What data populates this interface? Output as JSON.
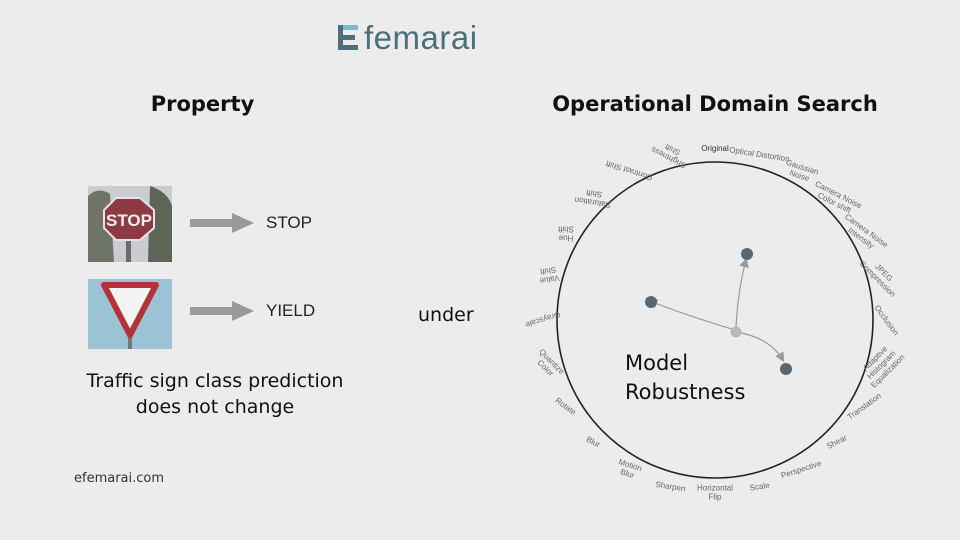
{
  "logo": {
    "text": "femarai",
    "icon": "efemarai-logo-mark"
  },
  "property": {
    "title": "Property",
    "predictions": [
      {
        "icon": "stop-sign-image",
        "label": "STOP"
      },
      {
        "icon": "yield-sign-image",
        "label": "YIELD"
      }
    ],
    "caption_line1": "Traffic sign class prediction",
    "caption_line2": "does not change"
  },
  "connector": "under",
  "search": {
    "title": "Operational Domain Search",
    "center_label_line1": "Model",
    "center_label_line2": "Robustness",
    "transforms": [
      "Original",
      "Optical Distortion",
      "Gaussian|Noise",
      "Camera Noise|Color shift",
      "Camera Noise|Intensity",
      "JPEG|Compression",
      "Occlusion",
      "Adaptive|Histogram|Equalization",
      "Translation",
      "Shear",
      "Perspective",
      "Scale",
      "Horizontal|Flip",
      "Sharpen",
      "Motion|Blur",
      "Blur",
      "Rotate",
      "Quantize|Color",
      "Grayscale",
      "Value|Shift",
      "Hue|Shift",
      "Saturation|Shift",
      "Contrast Shift",
      "Brightness|Shift"
    ],
    "colors": {
      "circle": "#222222",
      "dot": "#5a6670",
      "center_dot": "#b8b8b8",
      "arrow": "#9a9a9a",
      "label": "#666666"
    }
  },
  "footer": {
    "site": "efemarai.com"
  }
}
